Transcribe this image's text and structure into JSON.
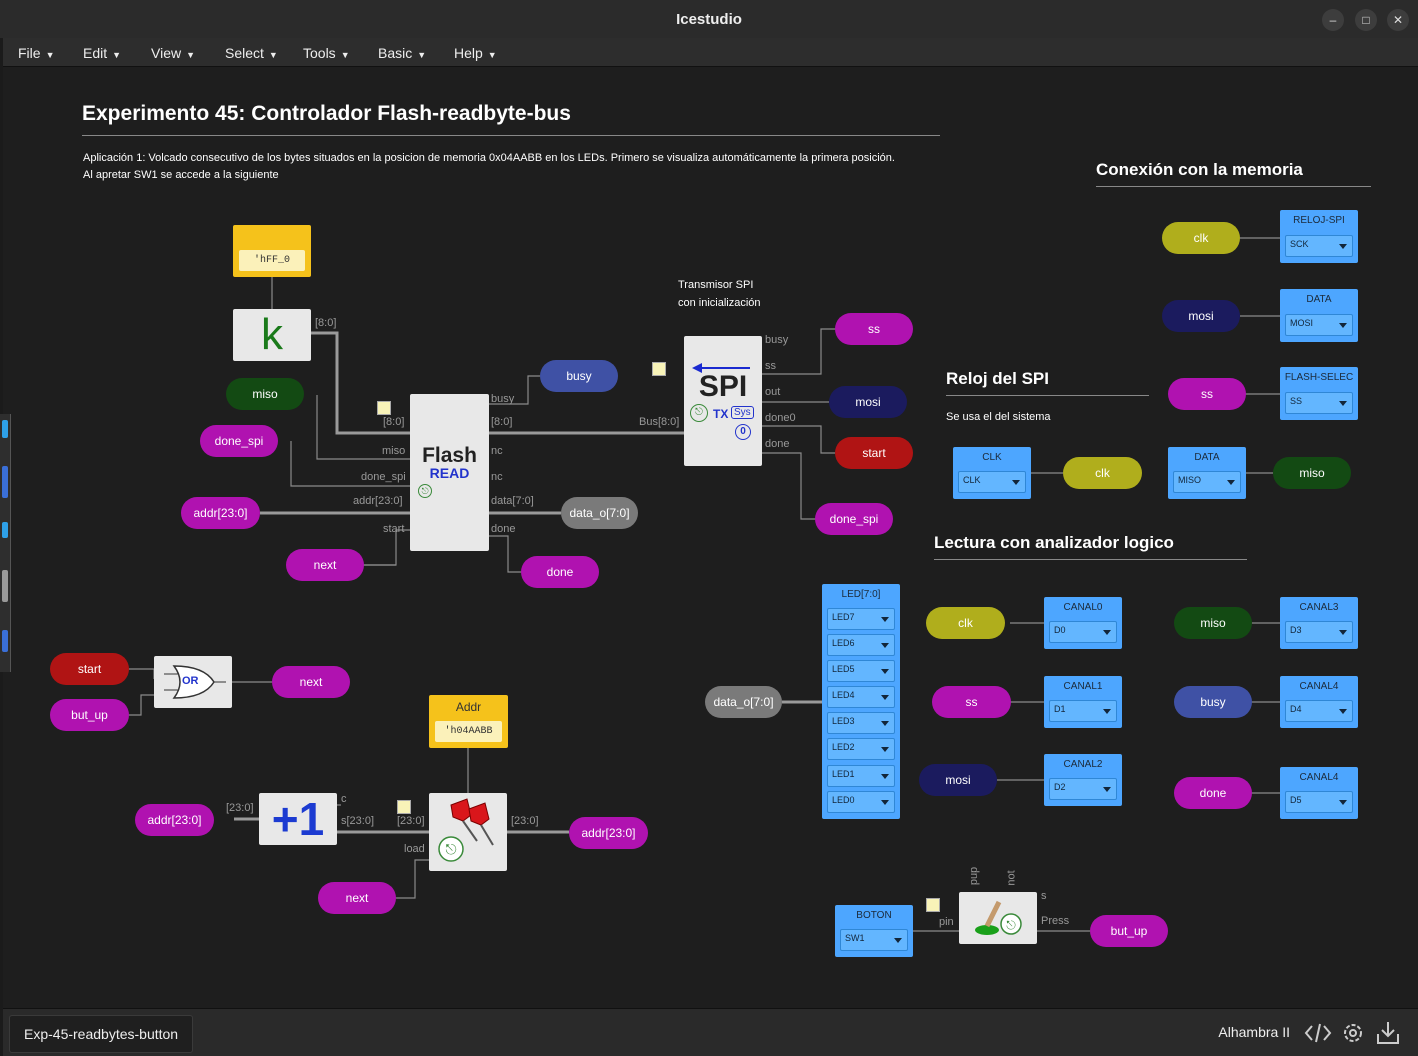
{
  "window": {
    "title": "Icestudio"
  },
  "menu": [
    "File",
    "Edit",
    "View",
    "Select",
    "Tools",
    "Basic",
    "Help"
  ],
  "canvas": {
    "title": "Experimento 45: Controlador Flash-readbyte-bus",
    "desc_line1": "Aplicación 1: Volcado consecutivo de los bytes situados en la posicion de memoria 0x04AABB en los LEDs. Primero se visualiza automáticamente la primera posición.",
    "desc_line2": "Al apretar SW1 se accede a la siguiente",
    "section_memoria": "Conexión con la memoria",
    "section_reloj": "Reloj del SPI",
    "section_reloj_note": "Se usa el del sistema",
    "section_analizador": "Lectura con analizador logico",
    "spi_note_1": "Transmisor SPI",
    "spi_note_2": "con inicialización"
  },
  "constants": {
    "k_value": "'hFF_0",
    "addr_name": "Addr",
    "addr_value": "'h04AABB"
  },
  "blocks": {
    "k": "k",
    "flash_title": "Flash",
    "flash_sub": "READ",
    "spi_title": "SPI",
    "spi_tx": "TX",
    "spi_sys": "Sys",
    "spi_zero": "0",
    "or_label": "OR",
    "inc": "+1"
  },
  "ports": {
    "k_out": "[8:0]",
    "flash_in": [
      "[8:0]",
      "miso",
      "done_spi",
      "addr[23:0]",
      "start"
    ],
    "flash_out": [
      "busy",
      "[8:0]",
      "nc",
      "nc",
      "data[7:0]",
      "done"
    ],
    "spi_in": [
      "Bus[8:0]"
    ],
    "spi_out": [
      "busy",
      "ss",
      "out",
      "done0",
      "done"
    ],
    "inc_in": "[23:0]",
    "inc_out": [
      "c",
      "s[23:0]"
    ],
    "reg_in": [
      "[23:0]",
      "load"
    ],
    "reg_out": "[23:0]",
    "button_ports": [
      "pin",
      "pup",
      "not",
      "s",
      "Press"
    ]
  },
  "labels": {
    "busy": "busy",
    "miso": "miso",
    "done_spi": "done_spi",
    "addr": "addr[23:0]",
    "next": "next",
    "done": "done",
    "data_o": "data_o[7:0]",
    "ss": "ss",
    "mosi": "mosi",
    "start": "start",
    "but_up": "but_up",
    "clk": "clk"
  },
  "pins": {
    "reloj_spi": {
      "name": "RELOJ-SPI",
      "value": "SCK"
    },
    "data_mosi": {
      "name": "DATA",
      "value": "MOSI"
    },
    "flash_sel": {
      "name": "FLASH-SELEC",
      "value": "SS"
    },
    "clk": {
      "name": "CLK",
      "value": "CLK"
    },
    "data_miso": {
      "name": "DATA",
      "value": "MISO"
    },
    "led_bus": {
      "name": "LED[7:0]",
      "values": [
        "LED7",
        "LED6",
        "LED5",
        "LED4",
        "LED3",
        "LED2",
        "LED1",
        "LED0"
      ]
    },
    "canal0": {
      "name": "CANAL0",
      "value": "D0"
    },
    "canal1": {
      "name": "CANAL1",
      "value": "D1"
    },
    "canal2": {
      "name": "CANAL2",
      "value": "D2"
    },
    "canal3": {
      "name": "CANAL3",
      "value": "D3"
    },
    "canal4a": {
      "name": "CANAL4",
      "value": "D4"
    },
    "canal4b": {
      "name": "CANAL4",
      "value": "D5"
    },
    "boton": {
      "name": "BOTON",
      "value": "SW1"
    }
  },
  "status": {
    "file": "Exp-45-readbytes-button",
    "board": "Alhambra II"
  },
  "colors": {
    "label_purple": "#b012b0",
    "label_red": "#b01414",
    "pin_blue": "#4da6ff",
    "const_yellow": "#f5c21b"
  }
}
